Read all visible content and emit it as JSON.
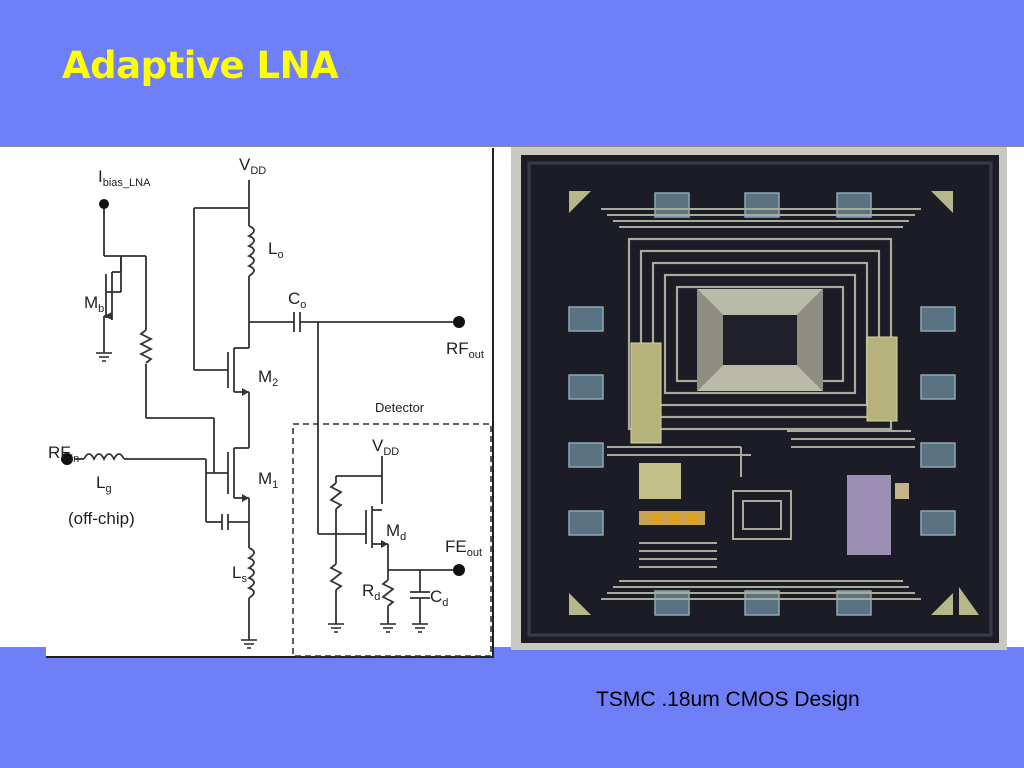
{
  "slide": {
    "title": "Adaptive LNA",
    "caption": "TSMC .18um CMOS Design"
  },
  "schematic": {
    "vdd_top": {
      "main": "V",
      "sub": "DD"
    },
    "ibias": {
      "main": "I",
      "sub": "bias_LNA"
    },
    "lo": {
      "main": "L",
      "sub": "o"
    },
    "co": {
      "main": "C",
      "sub": "o"
    },
    "mb": {
      "main": "M",
      "sub": "b"
    },
    "rfout": {
      "main": "RF",
      "sub": "out"
    },
    "m2": {
      "main": "M",
      "sub": "2"
    },
    "detector": "Detector",
    "rfin": {
      "main": "RF",
      "sub": "in"
    },
    "vdd_det": {
      "main": "V",
      "sub": "DD"
    },
    "m1": {
      "main": "M",
      "sub": "1"
    },
    "lg": {
      "main": "L",
      "sub": "g"
    },
    "offchip": "(off-chip)",
    "md": {
      "main": "M",
      "sub": "d"
    },
    "feout": {
      "main": "FE",
      "sub": "out"
    },
    "ls": {
      "main": "L",
      "sub": "s"
    },
    "rd": {
      "main": "R",
      "sub": "d"
    },
    "cd": {
      "main": "C",
      "sub": "d"
    }
  },
  "colors": {
    "background": "#6f7ff8",
    "title": "#ffff00",
    "die_substrate": "#1b1c25",
    "metal": "#a9ab9a",
    "pad": "#5a7383"
  }
}
